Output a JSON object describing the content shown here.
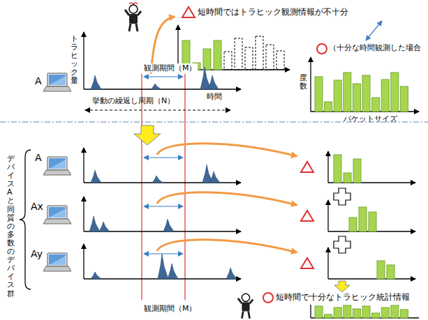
{
  "diagram": {
    "labels": [
      "短時間ではトラヒック観測情報が不十分",
      "（十分な時間観測した場合",
      "トラヒック量",
      "観測期間（M）",
      "A",
      "挙動の繰返し周期（N）",
      "時間",
      "度数",
      "パケットサイズ",
      "A",
      "Ax",
      "Ay",
      "デバイスAと同質の多数のデバイス群",
      "観測期間（M）",
      "短時間で十分なトラヒック統計情報"
    ]
  }
}
